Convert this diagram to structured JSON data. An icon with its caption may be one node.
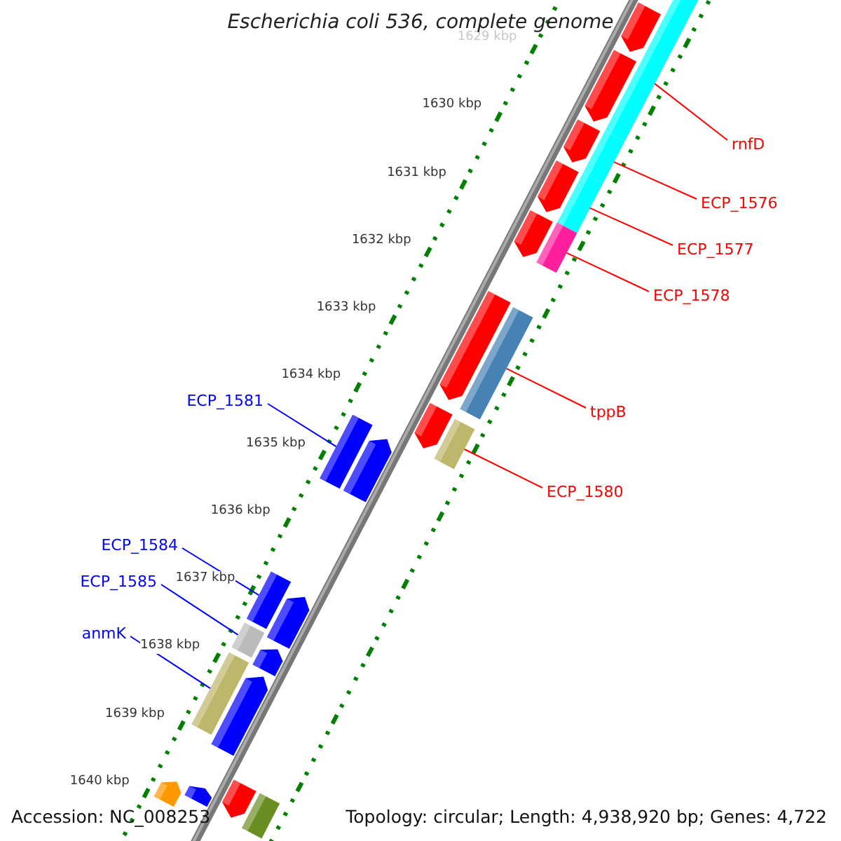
{
  "diagram": {
    "title": "Escherichia coli 536, complete genome",
    "nodes": [
      {
        "text": [
          "rnfD"
        ]
      },
      {
        "text": [
          "ECP_1576"
        ]
      },
      {
        "text": [
          "ECP_1577"
        ]
      },
      {
        "text": [
          "ECP_1578"
        ]
      },
      {
        "text": [
          "tppB"
        ]
      },
      {
        "text": [
          "ECP_1580"
        ]
      },
      {
        "text": [
          "ECP_1581"
        ]
      },
      {
        "text": [
          "ECP_1584"
        ]
      },
      {
        "text": [
          "ECP_1585"
        ]
      },
      {
        "text": [
          "anmK"
        ]
      },
      {
        "text": [],
        "shape": "bar"
      },
      {
        "text": [],
        "shape": "bar"
      },
      {
        "text": [],
        "shape": "bar"
      },
      {
        "text": [],
        "shape": "bar"
      },
      {
        "text": [],
        "shape": "bar"
      },
      {
        "text": [],
        "shape": "bar"
      },
      {
        "text": [],
        "shape": "bar"
      },
      {
        "text": [],
        "shape": "bar"
      },
      {
        "text": [],
        "shape": "bar"
      },
      {
        "text": [],
        "shape": "bar"
      },
      {
        "text": [],
        "shape": "bar"
      },
      {
        "text": [],
        "shape": "bar"
      },
      {
        "text": [],
        "shape": "bar"
      },
      {
        "text": [],
        "shape": "bar"
      },
      {
        "text": [],
        "shape": "bar"
      },
      {
        "text": [],
        "shape": "bar"
      },
      {
        "text": [],
        "shape": "bar"
      },
      {
        "text": [],
        "shape": "bar"
      },
      {
        "text": [],
        "shape": "bar"
      },
      {
        "text": [],
        "shape": "bar"
      },
      {
        "text": [],
        "shape": "bar"
      },
      {
        "text": [],
        "shape": "bar"
      },
      {
        "text": [],
        "shape": "bar"
      },
      {
        "text": [],
        "shape": "bar"
      },
      {
        "text": [],
        "shape": "bar"
      }
    ],
    "edges": [
      {
        "from": 0,
        "to": 11,
        "arrow": "none"
      },
      {
        "from": 1,
        "to": 13,
        "arrow": "none"
      },
      {
        "from": 2,
        "to": 16,
        "arrow": "none"
      },
      {
        "from": 3,
        "to": 17,
        "arrow": "none"
      },
      {
        "from": 4,
        "to": 20,
        "arrow": "none"
      },
      {
        "from": 5,
        "to": 22,
        "arrow": "none"
      },
      {
        "from": 6,
        "to": 23,
        "arrow": "none",
        "color": "#0000ff"
      },
      {
        "from": 7,
        "to": 25,
        "arrow": "none",
        "color": "#0000ff"
      },
      {
        "from": 8,
        "to": 27,
        "arrow": "none",
        "color": "#0000ff"
      },
      {
        "from": 9,
        "to": 29,
        "arrow": "none",
        "color": "#0000ff"
      }
    ],
    "labels": [
      "1629 kbp",
      "1630 kbp",
      "1631 kbp",
      "1632 kbp",
      "1633 kbp",
      "1634 kbp",
      "1635 kbp",
      "1636 kbp",
      "1637 kbp",
      "1638 kbp",
      "1639 kbp",
      "1640 kbp",
      "Accession: NC_008253",
      "Topology: circular; Length: 4,938,920 bp; Genes: 4,722"
    ]
  }
}
